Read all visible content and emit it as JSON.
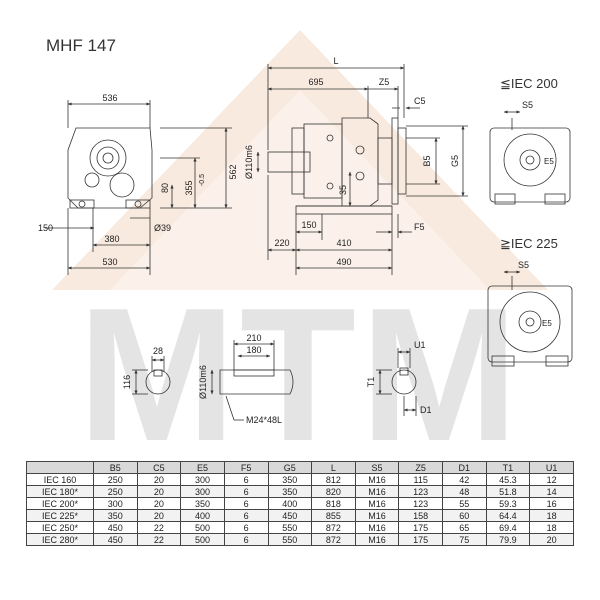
{
  "title": "MHF 147",
  "iec_notes": {
    "small": "≦IEC 200",
    "large": "≧IEC 225"
  },
  "watermark": "MTM",
  "dims": {
    "d536": "536",
    "d562": "562",
    "d355": "355",
    "d355tol": "-0.5",
    "d80": "80",
    "d150a": "150",
    "d39": "Ø39",
    "d380": "380",
    "d530": "530",
    "dL": "L",
    "d695": "695",
    "dZ5a": "Z5",
    "dC5": "C5",
    "dB5": "B5",
    "dG5": "G5",
    "d110a": "Ø110m6",
    "d35": "35",
    "d150b": "150",
    "dF5": "F5",
    "d220": "220",
    "d410": "410",
    "d490": "490",
    "dS5a": "S5",
    "dE5a": "E5",
    "dS5b": "S5",
    "dE5b": "E5",
    "d28": "28",
    "d116": "116",
    "d210": "210",
    "d180": "180",
    "d110b": "Ø110m6",
    "dM24": "M24*48L",
    "dU1": "U1",
    "dT1": "T1",
    "dD1": "D1"
  },
  "table": {
    "headers": [
      "",
      "B5",
      "C5",
      "E5",
      "F5",
      "G5",
      "L",
      "S5",
      "Z5",
      "D1",
      "T1",
      "U1"
    ],
    "rows": [
      [
        "IEC 160",
        "250",
        "20",
        "300",
        "6",
        "350",
        "812",
        "M16",
        "115",
        "42",
        "45.3",
        "12"
      ],
      [
        "IEC 180*",
        "250",
        "20",
        "300",
        "6",
        "350",
        "820",
        "M16",
        "123",
        "48",
        "51.8",
        "14"
      ],
      [
        "IEC 200*",
        "300",
        "20",
        "350",
        "6",
        "400",
        "818",
        "M16",
        "123",
        "55",
        "59.3",
        "16"
      ],
      [
        "IEC 225*",
        "350",
        "20",
        "400",
        "6",
        "450",
        "855",
        "M16",
        "158",
        "60",
        "64.4",
        "18"
      ],
      [
        "IEC 250*",
        "450",
        "22",
        "500",
        "6",
        "550",
        "872",
        "M16",
        "175",
        "65",
        "69.4",
        "18"
      ],
      [
        "IEC 280*",
        "450",
        "22",
        "500",
        "6",
        "550",
        "872",
        "M16",
        "175",
        "75",
        "79.9",
        "20"
      ]
    ]
  }
}
